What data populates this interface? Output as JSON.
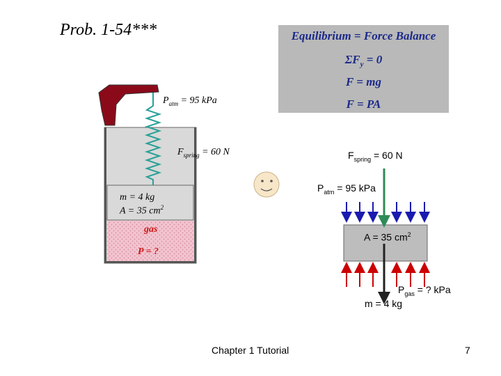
{
  "slide": {
    "title": "Prob. 1-54***",
    "footer": "Chapter 1 Tutorial",
    "page_number": "7"
  },
  "equations": {
    "heading": "Equilibrium = Force Balance",
    "sum_prefix": "ΣF",
    "sum_sub": "y",
    "sum_suffix": " = 0",
    "eq2": "F = mg",
    "eq3": "F = PA"
  },
  "left_diagram": {
    "patm_base": "P",
    "patm_sub": "atm",
    "patm_value": " = 95 kPa",
    "fspring_base": "F",
    "fspring_sub": "spring",
    "fspring_value": " = 60 N",
    "mass": "m = 4 kg",
    "area": "A = 35 cm",
    "area_sup": "2",
    "gas": "gas",
    "pressure": "P = ?"
  },
  "right_diagram": {
    "fspring_base": "F",
    "fspring_sub": "spring",
    "fspring_value": " = 60 N",
    "patm_base": "P",
    "patm_sub": "atm",
    "patm_value": " = 95 kPa",
    "area": "A = 35 cm",
    "area_sup": "2",
    "pgas_base": "P",
    "pgas_sub": "gas",
    "pgas_value": " = ? kPa",
    "mass": "m = 4 kg"
  },
  "colors": {
    "equation_box": "#b9b9b9",
    "equation_text": "#1c2a8a",
    "cylinder": "#d9d9d9",
    "piston": "#d9d9d9",
    "gas_fill": "#f2c4cf",
    "spring": "#2aa198",
    "clamp": "#8b0a1a",
    "atm_arrows": "#1a1ab0",
    "spring_arrow": "#2e8b57",
    "gas_arrows": "#cc0000",
    "weight_arrow": "#222222",
    "piston_block": "#bdbdbd"
  }
}
